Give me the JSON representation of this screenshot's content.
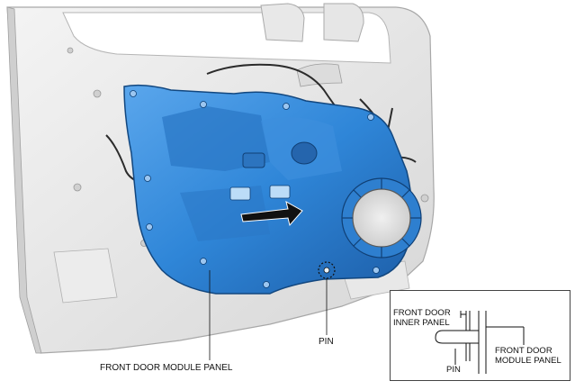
{
  "labels": {
    "pin": "PIN",
    "module_panel": "FRONT DOOR MODULE PANEL"
  },
  "inset": {
    "inner_panel_line1": "FRONT DOOR",
    "inner_panel_line2": "INNER PANEL",
    "pin": "PIN",
    "module_panel_line1": "FRONT DOOR",
    "module_panel_line2": "MODULE PANEL"
  },
  "colors": {
    "door_frame": "#e3e3e3",
    "door_frame_edge": "#a8a8a8",
    "module_panel": "#2f86d8",
    "module_panel_dark": "#1b5fa6",
    "arrow": "#111111"
  }
}
